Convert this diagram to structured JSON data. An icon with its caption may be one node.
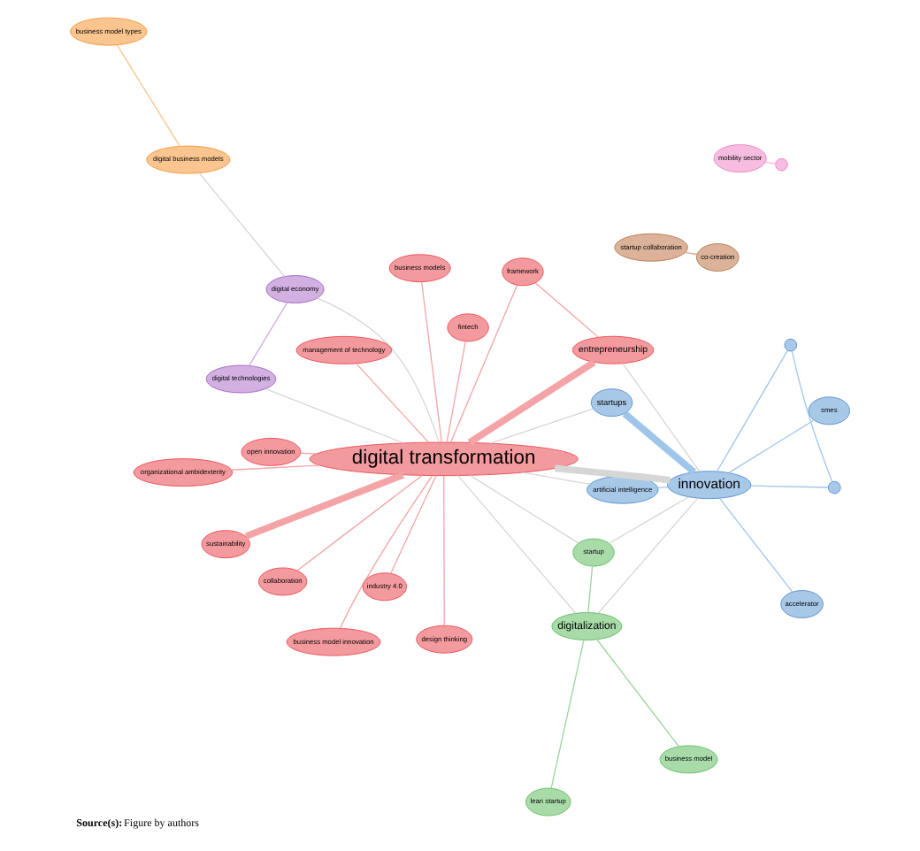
{
  "diagram": {
    "caption": "**Source(s):** Figure by authors",
    "nodes": [
      {
        "text": [
          "organizational ambidexterity"
        ]
      },
      {
        "text": [
          "fintech"
        ]
      },
      {
        "text": [
          "business model"
        ]
      },
      {
        "text": [
          "business models"
        ]
      },
      {
        "text": [
          "startup"
        ]
      },
      {
        "text": [
          "lean startup"
        ]
      },
      {
        "text": [
          "sustainability"
        ]
      },
      {
        "text": [
          "design thinking"
        ]
      },
      {
        "text": [
          "collaboration"
        ]
      },
      {
        "text": [
          "digitalization"
        ]
      },
      {
        "text": [
          "business model innovation"
        ]
      },
      {
        "text": [
          "digital technologies"
        ]
      },
      {
        "text": [
          "entrepreneurship"
        ]
      },
      {
        "text": [
          "digital transformation"
        ]
      },
      {
        "text": [
          "framework"
        ]
      },
      {
        "text": [
          "industry 4.0"
        ]
      },
      {
        "text": [
          "artificial intelligence"
        ]
      },
      {
        "text": [
          "digital economy"
        ]
      },
      {
        "text": [
          "open innovation"
        ]
      },
      {
        "text": [
          "management of technology"
        ]
      },
      {
        "text": [
          "digital business models"
        ]
      },
      {
        "text": [
          "startup collaboration"
        ]
      },
      {
        "text": [
          "innovation"
        ]
      },
      {
        "text": [
          "smes"
        ]
      },
      {
        "text": [
          "startups"
        ]
      },
      {
        "text": [
          "business model types"
        ]
      },
      {
        "text": [
          "co-creation"
        ]
      },
      {
        "text": [
          "accelerator"
        ]
      },
      {
        "text": [],
        "shape": "circle"
      },
      {
        "text": [],
        "shape": "circle"
      },
      {
        "text": [
          "mobility sector"
        ]
      },
      {
        "text": [],
        "shape": "circle"
      }
    ],
    "edges": [
      {
        "from": 13,
        "to": 0,
        "arrow": "none"
      },
      {
        "from": 13,
        "to": 1,
        "arrow": "none"
      },
      {
        "from": 13,
        "to": 3,
        "arrow": "none"
      },
      {
        "from": 13,
        "to": 7,
        "arrow": "none"
      },
      {
        "from": 13,
        "to": 8,
        "arrow": "none"
      },
      {
        "from": 13,
        "to": 6,
        "arrow": "none",
        "style": "thick"
      },
      {
        "from": 13,
        "to": 10,
        "arrow": "none"
      },
      {
        "from": 13,
        "to": 12,
        "arrow": "none",
        "style": "thick"
      },
      {
        "from": 13,
        "to": 14,
        "arrow": "none"
      },
      {
        "from": 13,
        "to": 15,
        "arrow": "none"
      },
      {
        "from": 13,
        "to": 18,
        "arrow": "none"
      },
      {
        "from": 13,
        "to": 19,
        "arrow": "none"
      },
      {
        "from": 12,
        "to": 14,
        "arrow": "none"
      },
      {
        "from": 4,
        "to": 9,
        "arrow": "none",
        "color": "#9bd49b"
      },
      {
        "from": 5,
        "to": 9,
        "arrow": "none",
        "color": "#9bd49b"
      },
      {
        "from": 2,
        "to": 9,
        "arrow": "none",
        "color": "#9bd49b"
      },
      {
        "from": 13,
        "to": 9,
        "arrow": "none",
        "color": "#d6d6d6"
      },
      {
        "from": 4,
        "to": 13,
        "arrow": "none",
        "color": "#d6d6d6"
      },
      {
        "from": 4,
        "to": 22,
        "arrow": "none",
        "color": "#d6d6d6"
      },
      {
        "from": 13,
        "to": 22,
        "arrow": "none",
        "style": "thick",
        "color": "#d6d6d6"
      },
      {
        "from": 13,
        "to": 24,
        "arrow": "none",
        "color": "#d6d6d6"
      },
      {
        "from": 13,
        "to": 11,
        "arrow": "none",
        "color": "#d6d6d6"
      },
      {
        "from": 13,
        "to": 17,
        "arrow": "none",
        "color": "#d6d6d6"
      },
      {
        "from": 17,
        "to": 20,
        "arrow": "none",
        "color": "#d6d6d6"
      },
      {
        "from": 9,
        "to": 22,
        "arrow": "none",
        "color": "#d6d6d6"
      },
      {
        "from": 12,
        "to": 22,
        "arrow": "none",
        "color": "#d6d6d6"
      },
      {
        "from": 11,
        "to": 17,
        "arrow": "none",
        "color": "#cfa6e0"
      },
      {
        "from": 20,
        "to": 25,
        "arrow": "none",
        "color": "#fcc48e"
      },
      {
        "from": 22,
        "to": 16,
        "arrow": "none",
        "color": "#9fc5e8"
      },
      {
        "from": 22,
        "to": 23,
        "arrow": "none",
        "color": "#9fc5e8"
      },
      {
        "from": 22,
        "to": 24,
        "arrow": "none",
        "style": "thick",
        "color": "#9fc5e8"
      },
      {
        "from": 22,
        "to": 27,
        "arrow": "none",
        "color": "#9fc5e8"
      },
      {
        "from": 22,
        "to": 28,
        "arrow": "none",
        "color": "#9fc5e8"
      },
      {
        "from": 22,
        "to": 29,
        "arrow": "none",
        "color": "#9fc5e8"
      },
      {
        "from": 28,
        "to": 29,
        "arrow": "none",
        "color": "#9fc5e8"
      },
      {
        "from": 21,
        "to": 26,
        "arrow": "none",
        "color": "#d9a98a"
      },
      {
        "from": 30,
        "to": 31,
        "arrow": "none",
        "color": "#f5b5d8"
      },
      {
        "from": 13,
        "to": 16,
        "arrow": "none",
        "color": "#d6d6d6"
      }
    ]
  }
}
